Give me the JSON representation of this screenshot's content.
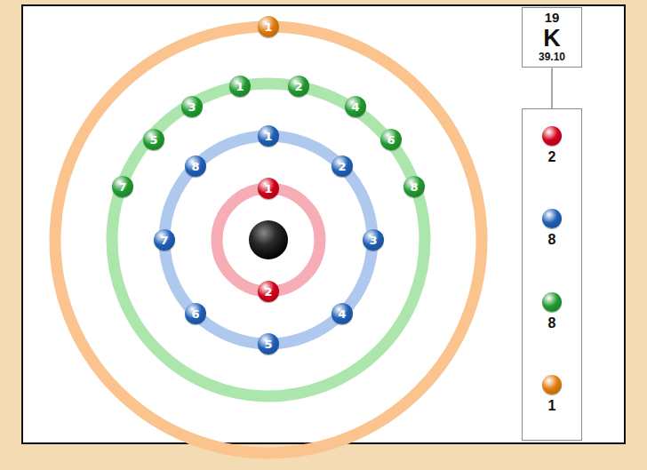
{
  "diagram": {
    "nodes": [
      {
        "text": [
          "19",
          "K",
          "39.10"
        ]
      },
      {
        "text": [
          "1"
        ]
      },
      {
        "text": [
          "1"
        ]
      },
      {
        "text": [
          "2"
        ]
      },
      {
        "text": [
          "3"
        ]
      },
      {
        "text": [
          "4"
        ]
      },
      {
        "text": [
          "5"
        ]
      },
      {
        "text": [
          "6"
        ]
      },
      {
        "text": [
          "7"
        ]
      },
      {
        "text": [
          "8"
        ]
      },
      {
        "text": [
          "1"
        ]
      },
      {
        "text": [
          "2"
        ]
      },
      {
        "text": [
          "3"
        ]
      },
      {
        "text": [
          "4"
        ]
      },
      {
        "text": [
          "5"
        ]
      },
      {
        "text": [
          "6"
        ]
      },
      {
        "text": [
          "7"
        ]
      },
      {
        "text": [
          "8"
        ]
      },
      {
        "text": [
          "1"
        ]
      },
      {
        "text": [
          "2"
        ]
      }
    ],
    "legend": [
      {
        "text": "2",
        "color": "#d0021b"
      },
      {
        "text": "8",
        "color": "#1f5fb5"
      },
      {
        "text": "8",
        "color": "#1f9a2f"
      },
      {
        "text": "1",
        "color": "#e07b0f"
      }
    ]
  }
}
